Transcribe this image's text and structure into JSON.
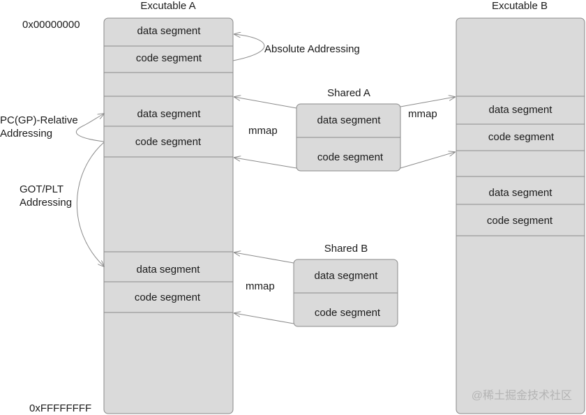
{
  "executable_a": {
    "title": "Excutable A",
    "segments": [
      "data segment",
      "code segment",
      "data segment",
      "code segment",
      "data segment",
      "code segment"
    ]
  },
  "executable_b": {
    "title": "Excutable B",
    "segments": [
      "data segment",
      "code segment",
      "data segment",
      "code segment"
    ]
  },
  "shared_a": {
    "title": "Shared A",
    "data_label": "data segment",
    "code_label": "code segment"
  },
  "shared_b": {
    "title": "Shared B",
    "data_label": "data segment",
    "code_label": "code segment"
  },
  "addresses": {
    "start": "0x00000000",
    "end": "0xFFFFFFFF"
  },
  "annotations": {
    "absolute": "Absolute Addressing",
    "pc_relative_line1": "PC(GP)-Relative",
    "pc_relative_line2": "Addressing",
    "got_plt_line1": "GOT/PLT",
    "got_plt_line2": "Addressing",
    "mmap_a_left": "mmap",
    "mmap_a_right": "mmap",
    "mmap_b": "mmap"
  },
  "watermark": "@稀土掘金技术社区",
  "colors": {
    "box_fill": "#dadada",
    "border": "#8a8a8a",
    "arrow": "#8a8a8a",
    "text": "#1a1a1a"
  }
}
